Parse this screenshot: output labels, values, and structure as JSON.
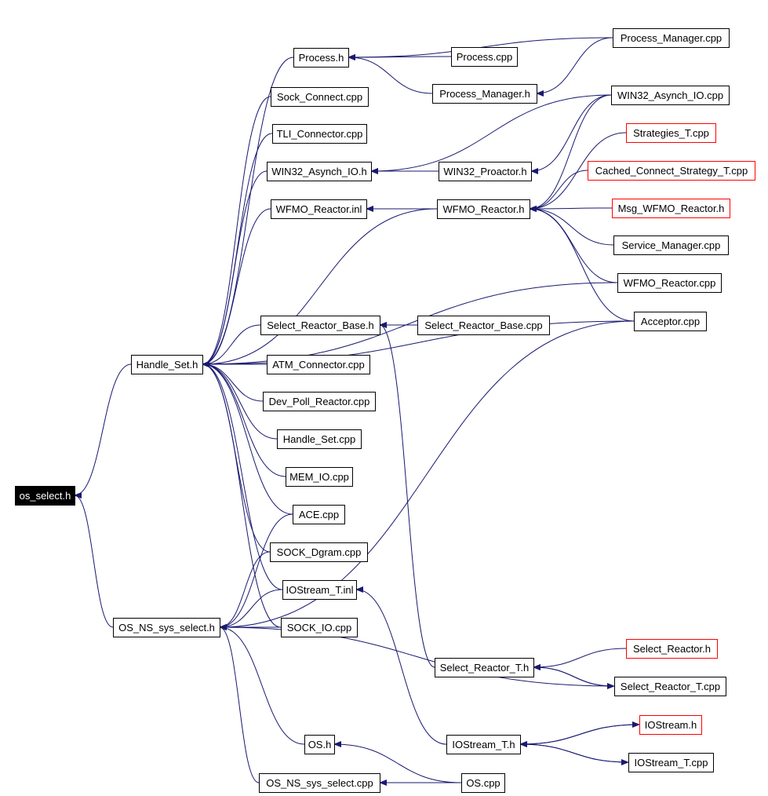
{
  "colors": {
    "edge": "#191970",
    "node_border": "#000000",
    "node_border_missing": "#ff0000",
    "root_fill": "#000000",
    "root_text": "#ffffff"
  },
  "nodes": [
    {
      "id": "os_select_h",
      "label": "os_select.h",
      "style": "root"
    },
    {
      "id": "handle_set_h",
      "label": "Handle_Set.h",
      "style": "plain"
    },
    {
      "id": "os_ns_sys_select_h",
      "label": "OS_NS_sys_select.h",
      "style": "plain"
    },
    {
      "id": "process_h",
      "label": "Process.h",
      "style": "plain"
    },
    {
      "id": "sock_connect_cpp",
      "label": "Sock_Connect.cpp",
      "style": "plain"
    },
    {
      "id": "tli_connector_cpp",
      "label": "TLI_Connector.cpp",
      "style": "plain"
    },
    {
      "id": "win32_asynch_io_h",
      "label": "WIN32_Asynch_IO.h",
      "style": "plain"
    },
    {
      "id": "wfmo_reactor_inl",
      "label": "WFMO_Reactor.inl",
      "style": "plain"
    },
    {
      "id": "select_reactor_base_h",
      "label": "Select_Reactor_Base.h",
      "style": "plain"
    },
    {
      "id": "atm_connector_cpp",
      "label": "ATM_Connector.cpp",
      "style": "plain"
    },
    {
      "id": "dev_poll_reactor_cpp",
      "label": "Dev_Poll_Reactor.cpp",
      "style": "plain"
    },
    {
      "id": "handle_set_cpp",
      "label": "Handle_Set.cpp",
      "style": "plain"
    },
    {
      "id": "mem_io_cpp",
      "label": "MEM_IO.cpp",
      "style": "plain"
    },
    {
      "id": "ace_cpp",
      "label": "ACE.cpp",
      "style": "plain"
    },
    {
      "id": "sock_dgram_cpp",
      "label": "SOCK_Dgram.cpp",
      "style": "plain"
    },
    {
      "id": "iostream_t_inl",
      "label": "IOStream_T.inl",
      "style": "plain"
    },
    {
      "id": "sock_io_cpp",
      "label": "SOCK_IO.cpp",
      "style": "plain"
    },
    {
      "id": "os_h",
      "label": "OS.h",
      "style": "plain"
    },
    {
      "id": "os_ns_sys_select_cpp",
      "label": "OS_NS_sys_select.cpp",
      "style": "plain"
    },
    {
      "id": "process_cpp",
      "label": "Process.cpp",
      "style": "plain"
    },
    {
      "id": "process_manager_h",
      "label": "Process_Manager.h",
      "style": "plain"
    },
    {
      "id": "win32_proactor_h",
      "label": "WIN32_Proactor.h",
      "style": "plain"
    },
    {
      "id": "wfmo_reactor_h",
      "label": "WFMO_Reactor.h",
      "style": "plain"
    },
    {
      "id": "select_reactor_base_cpp",
      "label": "Select_Reactor_Base.cpp",
      "style": "plain"
    },
    {
      "id": "select_reactor_t_h",
      "label": "Select_Reactor_T.h",
      "style": "plain"
    },
    {
      "id": "iostream_t_h",
      "label": "IOStream_T.h",
      "style": "plain"
    },
    {
      "id": "os_cpp",
      "label": "OS.cpp",
      "style": "plain"
    },
    {
      "id": "process_manager_cpp",
      "label": "Process_Manager.cpp",
      "style": "plain"
    },
    {
      "id": "win32_asynch_io_cpp",
      "label": "WIN32_Asynch_IO.cpp",
      "style": "plain"
    },
    {
      "id": "strategies_t_cpp",
      "label": "Strategies_T.cpp",
      "style": "missing"
    },
    {
      "id": "cached_connect_strategy_t_cpp",
      "label": "Cached_Connect_Strategy_T.cpp",
      "style": "missing"
    },
    {
      "id": "msg_wfmo_reactor_h",
      "label": "Msg_WFMO_Reactor.h",
      "style": "missing"
    },
    {
      "id": "service_manager_cpp",
      "label": "Service_Manager.cpp",
      "style": "plain"
    },
    {
      "id": "wfmo_reactor_cpp",
      "label": "WFMO_Reactor.cpp",
      "style": "plain"
    },
    {
      "id": "acceptor_cpp",
      "label": "Acceptor.cpp",
      "style": "plain"
    },
    {
      "id": "select_reactor_h",
      "label": "Select_Reactor.h",
      "style": "missing"
    },
    {
      "id": "select_reactor_t_cpp",
      "label": "Select_Reactor_T.cpp",
      "style": "plain"
    },
    {
      "id": "iostream_h",
      "label": "IOStream.h",
      "style": "missing"
    },
    {
      "id": "iostream_t_cpp",
      "label": "IOStream_T.cpp",
      "style": "plain"
    }
  ],
  "edges": [
    {
      "from": "handle_set_h",
      "to": "os_select_h"
    },
    {
      "from": "os_ns_sys_select_h",
      "to": "os_select_h"
    },
    {
      "from": "process_h",
      "to": "handle_set_h"
    },
    {
      "from": "sock_connect_cpp",
      "to": "handle_set_h"
    },
    {
      "from": "tli_connector_cpp",
      "to": "handle_set_h"
    },
    {
      "from": "win32_asynch_io_h",
      "to": "handle_set_h"
    },
    {
      "from": "wfmo_reactor_inl",
      "to": "handle_set_h"
    },
    {
      "from": "select_reactor_base_h",
      "to": "handle_set_h"
    },
    {
      "from": "atm_connector_cpp",
      "to": "handle_set_h"
    },
    {
      "from": "dev_poll_reactor_cpp",
      "to": "handle_set_h"
    },
    {
      "from": "handle_set_cpp",
      "to": "handle_set_h"
    },
    {
      "from": "mem_io_cpp",
      "to": "handle_set_h"
    },
    {
      "from": "ace_cpp",
      "to": "handle_set_h"
    },
    {
      "from": "sock_dgram_cpp",
      "to": "handle_set_h"
    },
    {
      "from": "iostream_t_inl",
      "to": "handle_set_h"
    },
    {
      "from": "sock_io_cpp",
      "to": "handle_set_h"
    },
    {
      "from": "wfmo_reactor_cpp",
      "to": "handle_set_h"
    },
    {
      "from": "acceptor_cpp",
      "to": "handle_set_h"
    },
    {
      "from": "wfmo_reactor_h",
      "to": "handle_set_h"
    },
    {
      "from": "process_cpp",
      "to": "process_h"
    },
    {
      "from": "process_manager_h",
      "to": "process_h"
    },
    {
      "from": "process_manager_cpp",
      "to": "process_h"
    },
    {
      "from": "process_manager_cpp",
      "to": "process_manager_h"
    },
    {
      "from": "win32_asynch_io_cpp",
      "to": "win32_asynch_io_h"
    },
    {
      "from": "win32_proactor_h",
      "to": "win32_asynch_io_h"
    },
    {
      "from": "win32_asynch_io_cpp",
      "to": "win32_proactor_h"
    },
    {
      "from": "wfmo_reactor_h",
      "to": "wfmo_reactor_inl"
    },
    {
      "from": "win32_asynch_io_cpp",
      "to": "wfmo_reactor_h"
    },
    {
      "from": "strategies_t_cpp",
      "to": "wfmo_reactor_h"
    },
    {
      "from": "cached_connect_strategy_t_cpp",
      "to": "wfmo_reactor_h"
    },
    {
      "from": "msg_wfmo_reactor_h",
      "to": "wfmo_reactor_h"
    },
    {
      "from": "service_manager_cpp",
      "to": "wfmo_reactor_h"
    },
    {
      "from": "wfmo_reactor_cpp",
      "to": "wfmo_reactor_h"
    },
    {
      "from": "acceptor_cpp",
      "to": "wfmo_reactor_h"
    },
    {
      "from": "select_reactor_base_cpp",
      "to": "select_reactor_base_h"
    },
    {
      "from": "select_reactor_t_h",
      "to": "select_reactor_base_h"
    },
    {
      "from": "ace_cpp",
      "to": "os_ns_sys_select_h"
    },
    {
      "from": "sock_dgram_cpp",
      "to": "os_ns_sys_select_h"
    },
    {
      "from": "iostream_t_inl",
      "to": "os_ns_sys_select_h"
    },
    {
      "from": "sock_io_cpp",
      "to": "os_ns_sys_select_h"
    },
    {
      "from": "acceptor_cpp",
      "to": "os_ns_sys_select_h"
    },
    {
      "from": "select_reactor_t_cpp",
      "to": "os_ns_sys_select_h"
    },
    {
      "from": "os_h",
      "to": "os_ns_sys_select_h"
    },
    {
      "from": "os_ns_sys_select_cpp",
      "to": "os_ns_sys_select_h"
    },
    {
      "from": "iostream_t_h",
      "to": "iostream_t_inl"
    },
    {
      "from": "select_reactor_h",
      "to": "select_reactor_t_h"
    },
    {
      "from": "select_reactor_t_cpp",
      "to": "select_reactor_t_h"
    },
    {
      "from": "select_reactor_t_h",
      "to": "select_reactor_t_cpp"
    },
    {
      "from": "iostream_h",
      "to": "iostream_t_h"
    },
    {
      "from": "iostream_t_cpp",
      "to": "iostream_t_h"
    },
    {
      "from": "iostream_t_h",
      "to": "iostream_h"
    },
    {
      "from": "iostream_t_h",
      "to": "iostream_t_cpp"
    },
    {
      "from": "os_cpp",
      "to": "os_h"
    },
    {
      "from": "os_cpp",
      "to": "os_ns_sys_select_cpp"
    }
  ]
}
